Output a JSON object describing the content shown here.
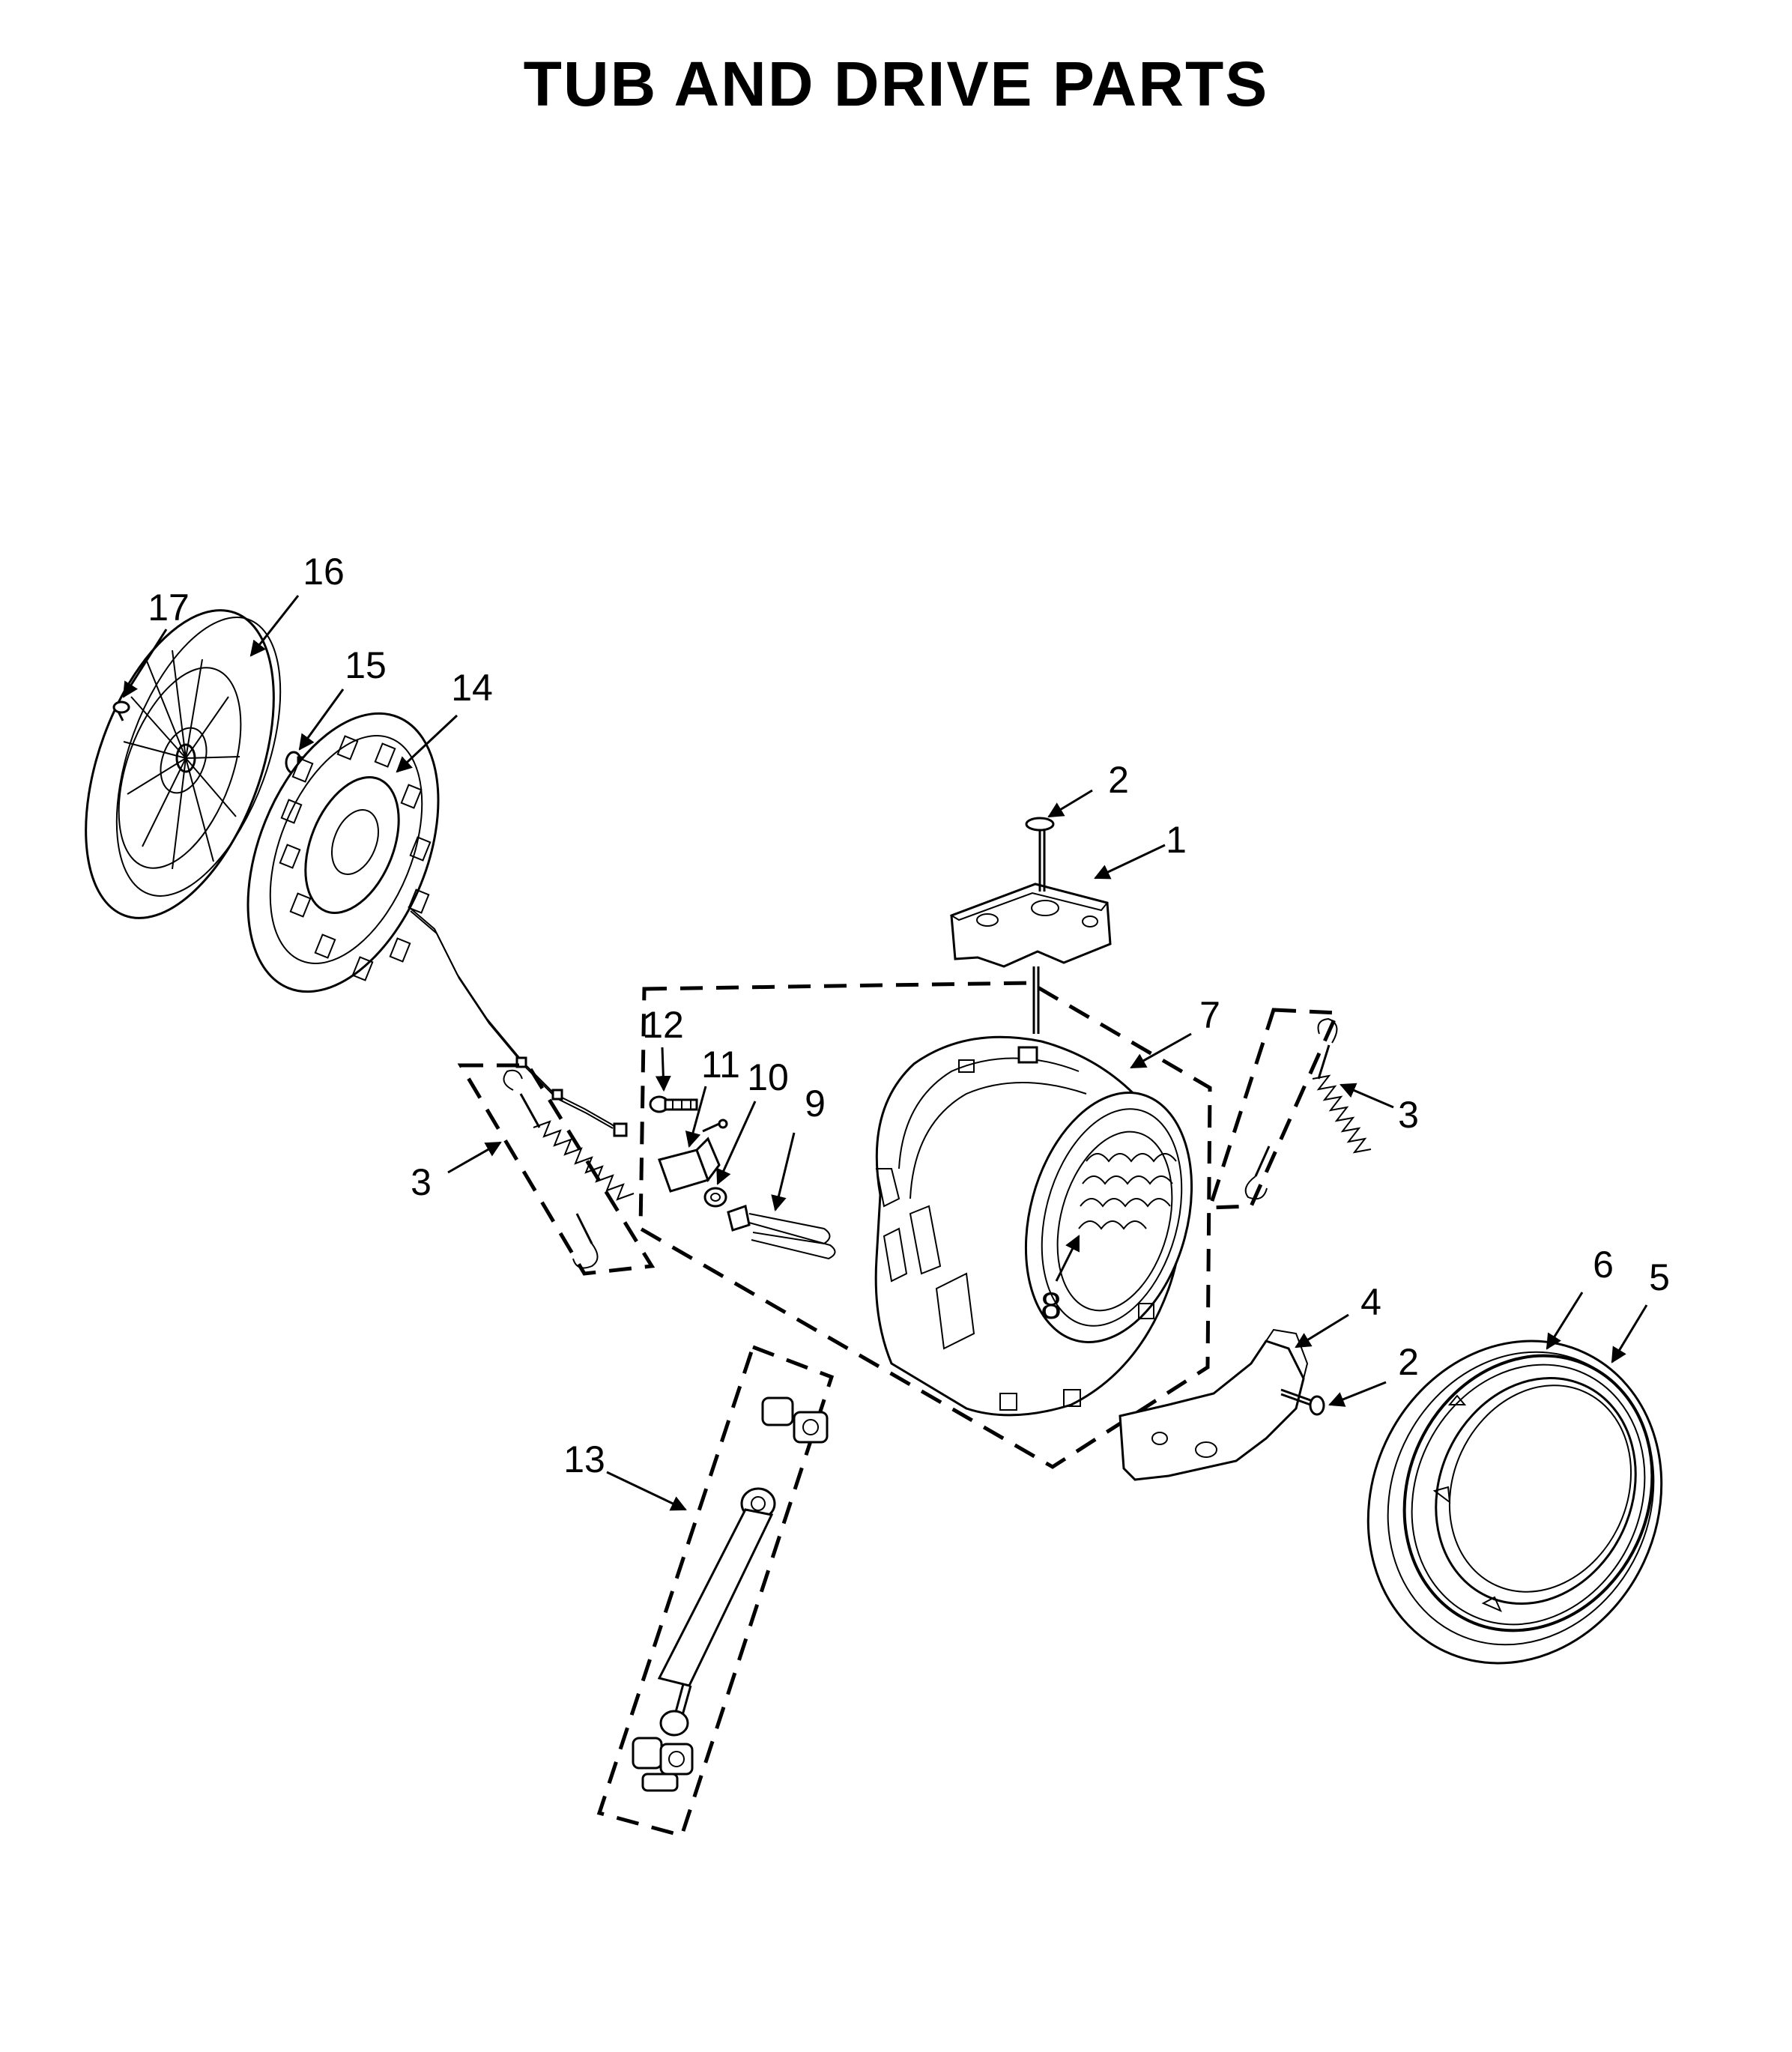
{
  "title": "TUB AND DRIVE PARTS",
  "callouts": {
    "c1": "1",
    "c2a": "2",
    "c2b": "2",
    "c3a": "3",
    "c3b": "3",
    "c4": "4",
    "c5": "5",
    "c6": "6",
    "c7": "7",
    "c8": "8",
    "c9": "9",
    "c10": "10",
    "c11": "11",
    "c12": "12",
    "c13": "13",
    "c14": "14",
    "c15": "15",
    "c16": "16",
    "c17": "17"
  }
}
